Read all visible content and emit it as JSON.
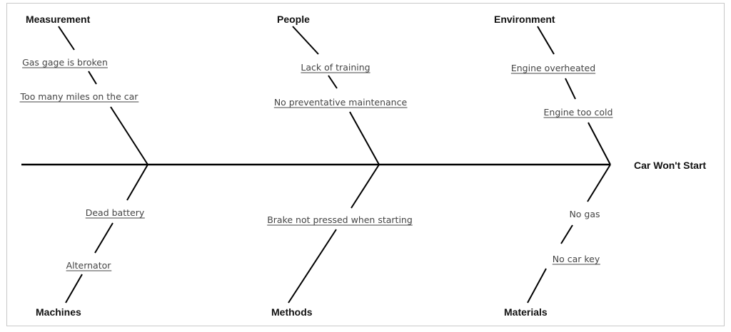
{
  "effect": "Car Won't Start",
  "categories": {
    "measurement": "Measurement",
    "people": "People",
    "environment": "Environment",
    "machines": "Machines",
    "methods": "Methods",
    "materials": "Materials"
  },
  "causes": {
    "measurement": [
      "Gas gage is broken",
      "Too many miles on the car"
    ],
    "people": [
      "Lack of training",
      "No preventative maintenance"
    ],
    "environment": [
      "Engine overheated",
      "Engine too cold"
    ],
    "machines": [
      "Dead battery",
      "Alternator"
    ],
    "methods": [
      "Brake not pressed when starting"
    ],
    "materials": [
      "No gas",
      "No car key"
    ]
  }
}
